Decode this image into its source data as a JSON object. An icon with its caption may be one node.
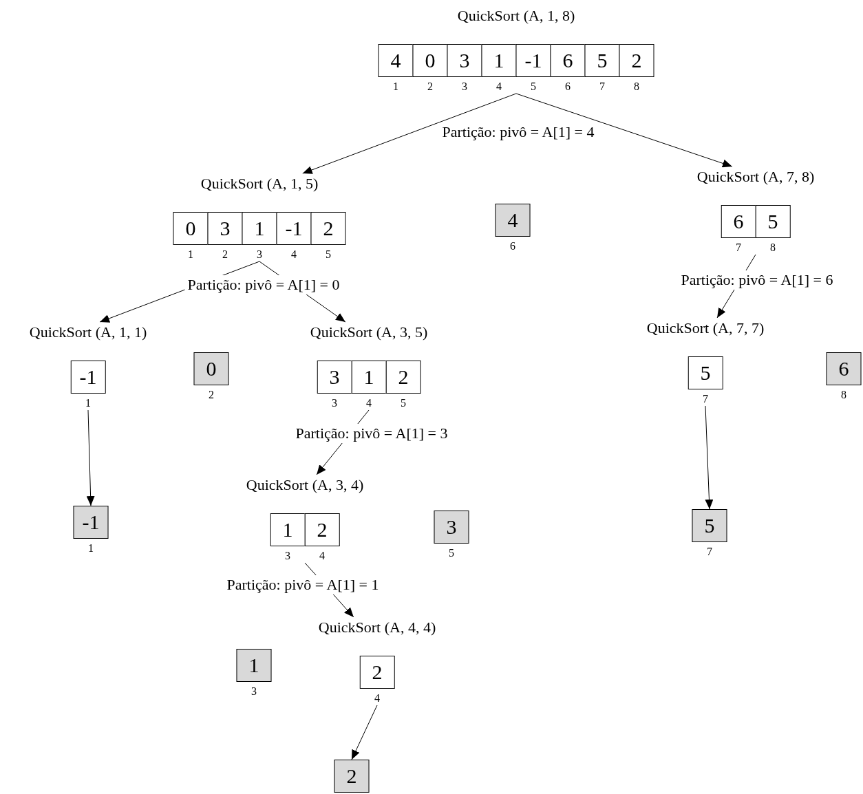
{
  "diagram": {
    "nodes": [
      {
        "text": [
          "QuickSort (A, 1, 8)"
        ]
      },
      {
        "text": [
          "4"
        ],
        "in": 0,
        "beside": [
          "1"
        ]
      },
      {
        "text": [
          "0"
        ],
        "in": 0,
        "beside": [
          "2"
        ]
      },
      {
        "text": [
          "3"
        ],
        "in": 0,
        "beside": [
          "3"
        ]
      },
      {
        "text": [
          "1"
        ],
        "in": 0,
        "beside": [
          "4"
        ]
      },
      {
        "text": [
          "-1"
        ],
        "in": 0,
        "beside": [
          "5"
        ]
      },
      {
        "text": [
          "6"
        ],
        "in": 0,
        "beside": [
          "6"
        ]
      },
      {
        "text": [
          "5"
        ],
        "in": 0,
        "beside": [
          "7"
        ]
      },
      {
        "text": [
          "2"
        ],
        "in": 0,
        "beside": [
          "8"
        ]
      },
      {
        "text": [
          "QuickSort (A, 1, 5)"
        ]
      },
      {
        "text": [
          "0"
        ],
        "in": 9,
        "beside": [
          "1"
        ]
      },
      {
        "text": [
          "3"
        ],
        "in": 9,
        "beside": [
          "2"
        ]
      },
      {
        "text": [
          "1"
        ],
        "in": 9,
        "beside": [
          "3"
        ]
      },
      {
        "text": [
          "-1"
        ],
        "in": 9,
        "beside": [
          "4"
        ]
      },
      {
        "text": [
          "2"
        ],
        "in": 9,
        "beside": [
          "5"
        ]
      },
      {
        "text": [
          "4"
        ],
        "beside": [
          "6"
        ]
      },
      {
        "text": [
          "QuickSort (A, 7, 8)"
        ]
      },
      {
        "text": [
          "6"
        ],
        "in": 16,
        "beside": [
          "7"
        ]
      },
      {
        "text": [
          "5"
        ],
        "in": 16,
        "beside": [
          "8"
        ]
      },
      {
        "text": [
          "QuickSort (A, 1, 1)"
        ]
      },
      {
        "text": [
          "-1"
        ],
        "in": 19,
        "beside": [
          "1"
        ]
      },
      {
        "text": [
          "0"
        ],
        "beside": [
          "2"
        ]
      },
      {
        "text": [
          "QuickSort (A, 3, 5)"
        ]
      },
      {
        "text": [
          "3"
        ],
        "in": 22,
        "beside": [
          "3"
        ]
      },
      {
        "text": [
          "1"
        ],
        "in": 22,
        "beside": [
          "4"
        ]
      },
      {
        "text": [
          "2"
        ],
        "in": 22,
        "beside": [
          "5"
        ]
      },
      {
        "text": [
          "QuickSort (A, 7, 7)"
        ]
      },
      {
        "text": [
          "5"
        ],
        "in": 26,
        "beside": [
          "7"
        ]
      },
      {
        "text": [
          "6"
        ],
        "beside": [
          "8"
        ]
      },
      {
        "text": [
          "-1"
        ],
        "beside": [
          "1"
        ]
      },
      {
        "text": [
          "QuickSort (A, 3, 4)"
        ]
      },
      {
        "text": [
          "1"
        ],
        "in": 30,
        "beside": [
          "3"
        ]
      },
      {
        "text": [
          "2"
        ],
        "in": 30,
        "beside": [
          "4"
        ]
      },
      {
        "text": [
          "3"
        ],
        "beside": [
          "5"
        ]
      },
      {
        "text": [
          "5"
        ],
        "beside": [
          "7"
        ]
      },
      {
        "text": [
          "QuickSort (A, 4, 4)"
        ]
      },
      {
        "text": [
          "2"
        ],
        "in": 35,
        "beside": [
          "4"
        ]
      },
      {
        "text": [
          "1"
        ],
        "beside": [
          "3"
        ]
      },
      {
        "text": [
          "2"
        ]
      }
    ],
    "edges": [
      {
        "from": 0,
        "to": 9,
        "arrow": "to"
      },
      {
        "from": 0,
        "to": 16,
        "arrow": "to"
      },
      {
        "from": 9,
        "to": 19,
        "arrow": "to"
      },
      {
        "from": 9,
        "to": 22,
        "arrow": "to"
      },
      {
        "from": 16,
        "to": 26,
        "arrow": "to"
      },
      {
        "from": 19,
        "to": 29,
        "arrow": "to"
      },
      {
        "from": 22,
        "to": 30,
        "arrow": "to"
      },
      {
        "from": 30,
        "to": 35,
        "arrow": "to"
      },
      {
        "from": 35,
        "to": 38,
        "arrow": "to"
      },
      {
        "from": 26,
        "to": 34,
        "arrow": "to"
      }
    ],
    "labels": [
      "Partição: pivô = A[1] = 4",
      "Partição: pivô = A[1] = 0",
      "Partição: pivô = A[1] = 6",
      "Partição: pivô = A[1] = 3",
      "Partição: pivô = A[1] = 1"
    ]
  }
}
